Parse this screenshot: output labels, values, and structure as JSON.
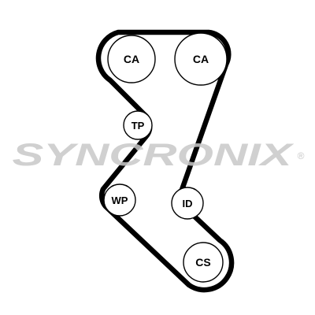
{
  "diagram": {
    "pulleys": [
      {
        "id": "ca1",
        "label": "CA"
      },
      {
        "id": "ca2",
        "label": "CA"
      },
      {
        "id": "tp",
        "label": "TP"
      },
      {
        "id": "wp",
        "label": "WP"
      },
      {
        "id": "id",
        "label": "ID"
      },
      {
        "id": "cs",
        "label": "CS"
      }
    ],
    "watermark": {
      "brand": "SYNCRONIX",
      "mark": "®"
    },
    "colors": {
      "belt": "#000000",
      "pulley_stroke": "#000000",
      "pulley_fill": "#ffffff",
      "watermark": "#c8c8c8"
    }
  }
}
